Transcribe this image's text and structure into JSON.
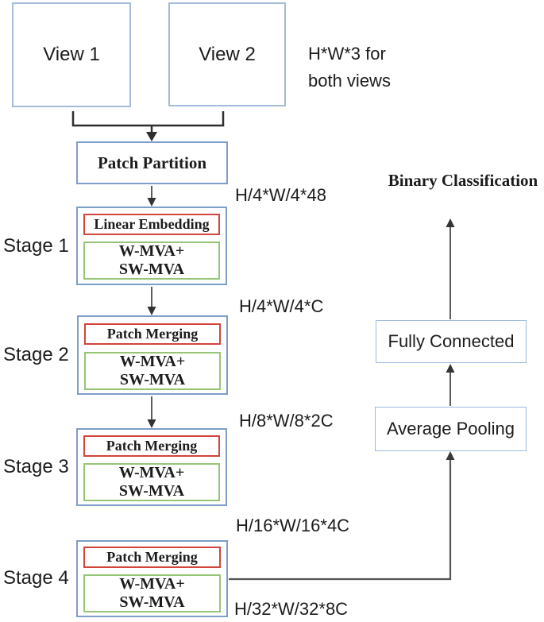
{
  "diagram": {
    "views": [
      {
        "label": "View 1"
      },
      {
        "label": "View 2"
      }
    ],
    "input_dims": "H*W*3 for\nboth views",
    "patch_partition": "Patch Partition",
    "stages": [
      {
        "label": "Stage 1",
        "block1": "Linear Embedding",
        "block2": "W-MVA+\nSW-MVA"
      },
      {
        "label": "Stage 2",
        "block1": "Patch Merging",
        "block2": "W-MVA+\nSW-MVA"
      },
      {
        "label": "Stage 3",
        "block1": "Patch Merging",
        "block2": "W-MVA+\nSW-MVA"
      },
      {
        "label": "Stage 4",
        "block1": "Patch Merging",
        "block2": "W-MVA+\nSW-MVA"
      }
    ],
    "dim_labels": [
      "H/4*W/4*48",
      "H/4*W/4*C",
      "H/8*W/8*2C",
      "H/16*W/16*4C",
      "H/32*W/32*8C"
    ],
    "output": {
      "title": "Binary Classification",
      "fully_connected": "Fully Connected",
      "average_pooling": "Average Pooling"
    },
    "colors": {
      "outer_box_blue": "#7e9dc8",
      "view_box_blue": "#a3bbd8",
      "head_box_blue": "#9cbce0",
      "inner_red": "#d2443c",
      "inner_green": "#97c578",
      "arrow_dark": "#333333",
      "connector_gray": "#555555"
    }
  }
}
